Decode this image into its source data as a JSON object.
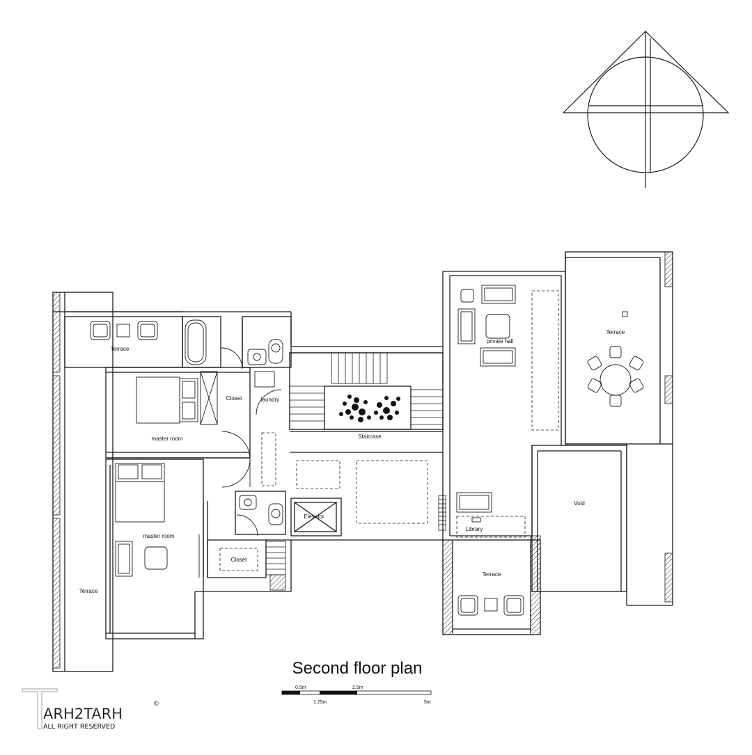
{
  "plan": {
    "title": "Second floor plan",
    "rooms": {
      "terrace_nw": "Terrace",
      "terrace_sw": "Terrace",
      "terrace_ne": "Terrace",
      "terrace_se": "Terrace",
      "master_room_1": "master room",
      "master_room_2": "master room",
      "closet_1": "Closet",
      "closet_2": "Closet",
      "laundry": "laundry",
      "staircase": "Staircase",
      "elevator": "Elevator",
      "private_hall": "private hall",
      "library": "Library",
      "void": "Void"
    },
    "scale_bar": {
      "labels_top": [
        "0.5m",
        "2.5m"
      ],
      "labels_bottom": [
        "1.25m",
        "5m"
      ]
    }
  },
  "logo": {
    "brand": "ARH2TARH",
    "tagline": "ALL RIGHT RESERVED",
    "copyright_symbol": "©"
  },
  "colors": {
    "line": "#1a1a1a",
    "logo": "#bdbdbd"
  }
}
